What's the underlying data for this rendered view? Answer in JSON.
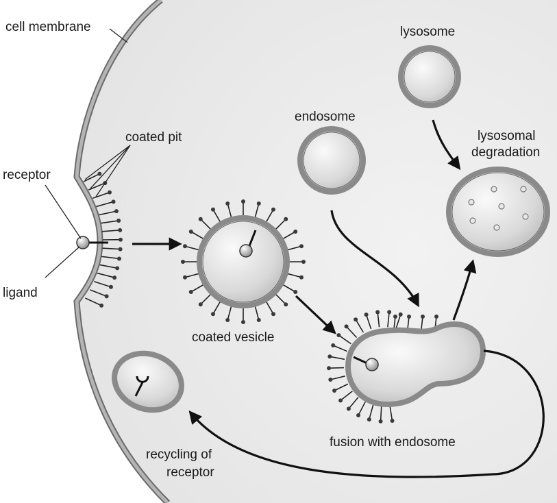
{
  "labels": {
    "cell_membrane": "cell membrane",
    "lysosome": "lysosome",
    "endosome": "endosome",
    "lysosomal_1": "lysosomal",
    "lysosomal_2": "degradation",
    "coated_pit": "coated pit",
    "receptor": "receptor",
    "ligand": "ligand",
    "coated_vesicle": "coated vesicle",
    "fusion": "fusion with endosome",
    "recycling_1": "recycling of",
    "recycling_2": "receptor"
  },
  "colors": {
    "cytoplasm": "#ececec",
    "membrane_fill": "#b4b4b4",
    "membrane_edge": "#6a6a6a",
    "arrow": "#111111",
    "spike": "#222222",
    "spike_head": "#3a3a3a"
  }
}
